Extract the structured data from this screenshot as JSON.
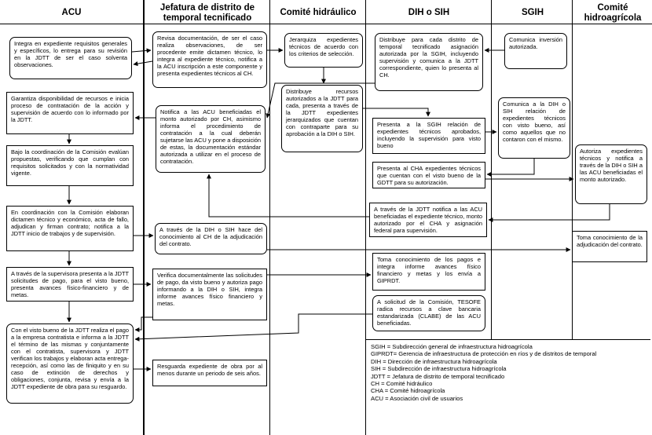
{
  "headers": {
    "acu": "ACU",
    "jefatura": "Jefatura de distrito de temporal tecnificado",
    "comite_hidraulico": "Comité hidráulico",
    "dih_sih": "DIH o SIH",
    "sgih": "SGIH",
    "comite_hidroagricola": "Comité hidroagrícola"
  },
  "boxes": {
    "acu1": "Integra en expediente requisitos generales y específicos, lo entrega para su revisión en la JDTT de ser el caso solventa observaciones.",
    "acu2": "Garantiza disponibilidad de recursos e inicia proceso de contratación de la acción y supervisión de acuerdo con lo informado por la JDTT.",
    "acu3": "Bajo la coordinación de la Comisión evalúan propuestas, verificando que cumplan con requisitos solicitados y con la normatividad vigente.",
    "acu4": "En coordinación con la Comisión elaboran dictamen técnico y económico, acta de fallo, adjudican y firman contrato; notifica a la JDTT inicio de trabajos y de supervisión.",
    "acu5": "A través de la supervisora presenta a la JDTT solicitudes de pago, para el visto bueno, presenta avances físico-financiero y de metas.",
    "acu6": "Con el visto bueno de la JDTT realiza el pago a la empresa contratista e informa a la JDTT el término de las mismas y conjuntamente con el contratista, supervisora y JDTT verifican los trabajos y elaboran acta entrega-recepción, así como las de finiquito y en su caso de extinción de derechos y obligaciones, conjunta, revisa y envía a la JDTT expediente de obra para su resguardo.",
    "jef1": "Revisa documentación, de ser el caso realiza observaciones, de ser procedente emite dictamen técnico, lo integra al expediente técnico, notifica a la ACU inscripción a este componente y presenta expedientes técnicos al CH.",
    "jef2": "Notifica a las ACU beneficiadas el monto autorizado por CH, asimismo informa el procedimiento de contratación a la cual deberán sujetarse las ACU y pone a disposición de estas, la documentación estándar autorizada a utilizar en el proceso de contratación.",
    "jef3": "A través de la DIH o SIH hace del conocimiento al CH de la adjudicación del contrato.",
    "jef4": "Verifica documentalmente las solicitudes de pago, da visto bueno y autoriza pago informando a la DIH o SIH, integra informe avances físico financiero y metas.",
    "jef5": "Resguarda expediente de obra por al menos durante un periodo de seis años.",
    "ch1": "Jerarquiza expedientes técnicos de acuerdo con los criterios de selección.",
    "ch2": "Distribuye recursos autorizados a la JDTT para cada, presenta a través de la JDTT expedientes jerarquizados que cuentan con contraparte para su aprobación a la DIH o SIH.",
    "dih1": "Distribuye para cada distrito de temporal tecnificado asignación autorizada por la SGIH, incluyendo supervisión y comunica a la JDTT correspondiente, quien lo presenta al CH.",
    "dih2": "Presenta a la SGIH relación de expedientes técnicos aprobados, incluyendo la supervisión para visto bueno",
    "dih3": "Presenta al CHA expedientes técnicos que cuentan con el visto bueno de la GDTT para su autorización.",
    "dih4": "A través de la JDTT notifica a las ACU beneficiadas el expediente técnico, monto autorizado por el CHA y asignación federal para supervisión.",
    "dih5": "Toma conocimiento de los pagos e integra informe avances físico financiero y metas y los envía a GIPRDT.",
    "dih6": "A solicitud de la Comisión, TESOFE radica recursos a clave bancaria estandarizada (CLABE) de las ACU beneficiadas.",
    "sgih1": "Comunica inversión autorizada.",
    "sgih2": "Comunica a la DIH o SIH relación de expedientes técnicos con visto bueno, así como aquellos que no contaron con el mismo.",
    "cha1": "Autoriza expedientes técnicos y notifica a través de la DIH o SIH a las ACU beneficiadas el monto autorizado.",
    "cha2": "Toma conocimiento de la adjudicación del contrato."
  },
  "legend": [
    {
      "abbr": "SGIH",
      "desc": "= Subdirección general de infraestructura hidroagrícola"
    },
    {
      "abbr": "GIPRDT",
      "desc": "= Gerencia de infraestructura de protección en ríos y de distritos de temporal"
    },
    {
      "abbr": "DIH",
      "desc": "= Dirección de infraestructura hidroagrícola"
    },
    {
      "abbr": "SIH",
      "desc": "= Subdirección de infraestructura hidroagrícola"
    },
    {
      "abbr": "JDTT",
      "desc": "= Jefatura de distrito de temporal tecnificado"
    },
    {
      "abbr": "CH",
      "desc": "= Comité hidráulico"
    },
    {
      "abbr": "CHA",
      "desc": "= Comité hidroagrícola"
    },
    {
      "abbr": "ACU",
      "desc": "= Asociación civil de usuarios"
    }
  ]
}
